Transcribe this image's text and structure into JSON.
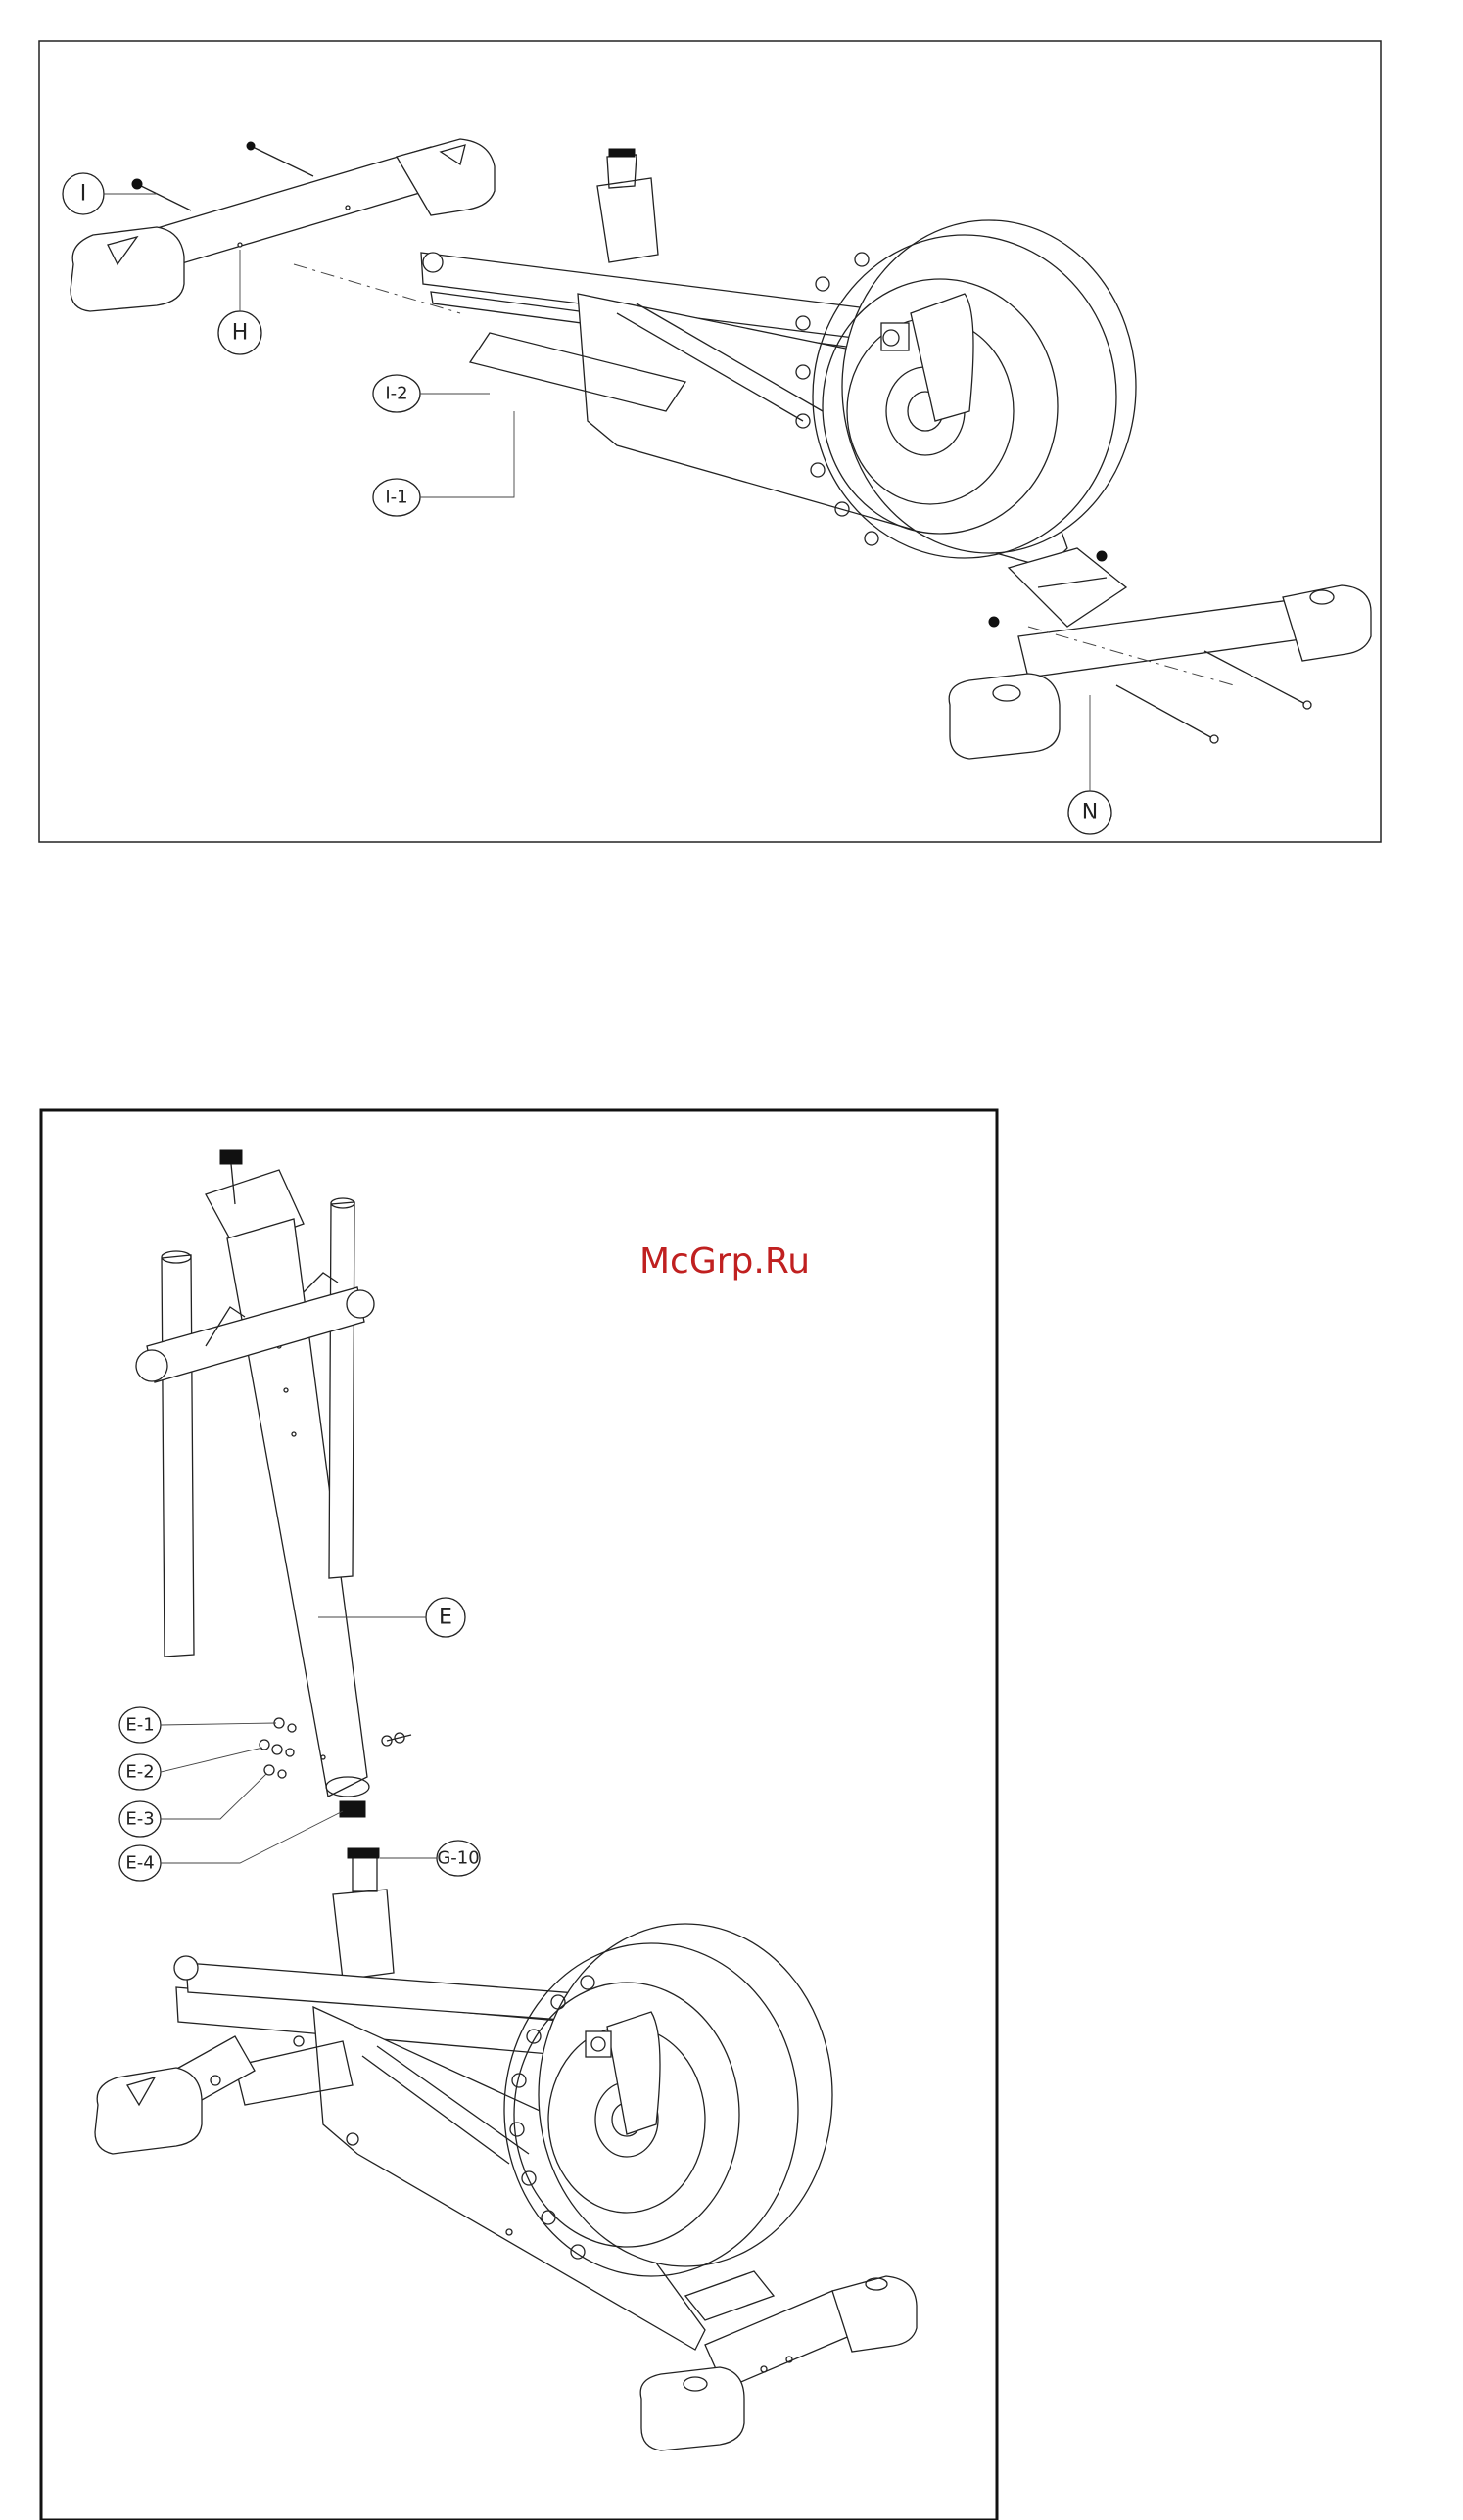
{
  "panel_top": {
    "callouts": [
      {
        "id": "I",
        "label": "I"
      },
      {
        "id": "H",
        "label": "H"
      },
      {
        "id": "I-2",
        "label": "I-2"
      },
      {
        "id": "I-1",
        "label": "I-1"
      },
      {
        "id": "N",
        "label": "N"
      }
    ]
  },
  "panel_bottom": {
    "watermark": "McGrp.Ru",
    "callouts": [
      {
        "id": "E",
        "label": "E"
      },
      {
        "id": "E-1",
        "label": "E-1"
      },
      {
        "id": "E-2",
        "label": "E-2"
      },
      {
        "id": "E-3",
        "label": "E-3"
      },
      {
        "id": "E-4",
        "label": "E-4"
      },
      {
        "id": "G-10",
        "label": "G-10"
      }
    ]
  }
}
